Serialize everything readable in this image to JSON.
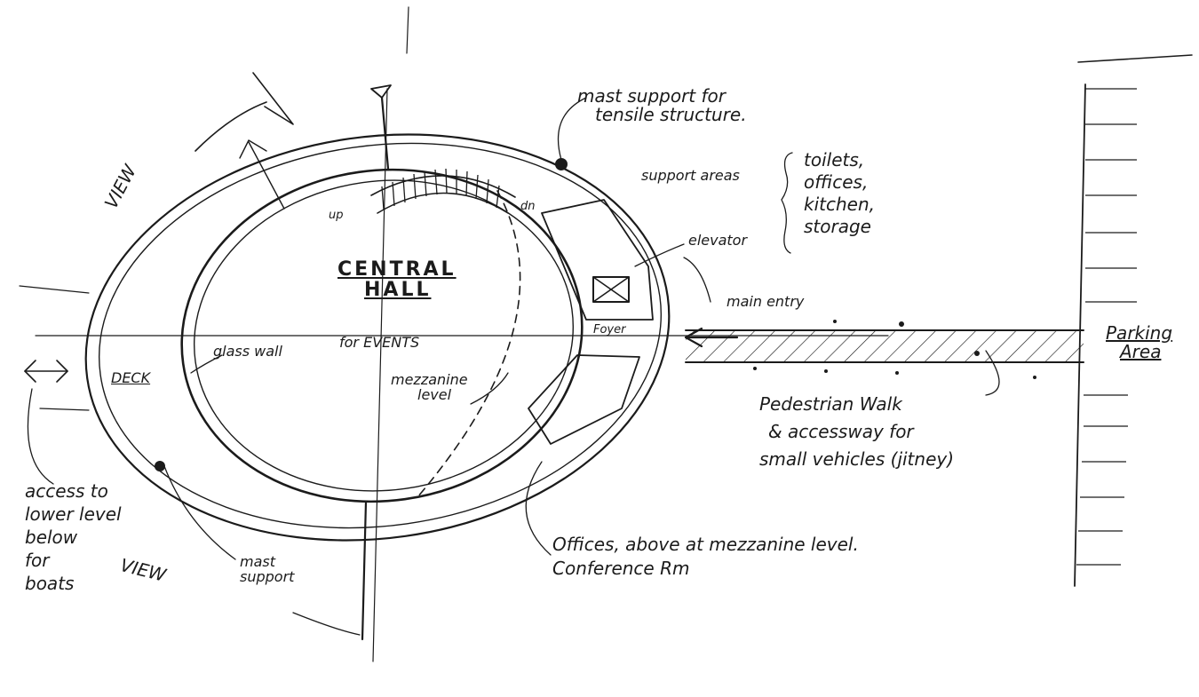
{
  "labels": {
    "central_hall_line1": "CENTRAL",
    "central_hall_line2": "HALL",
    "for_events": "for EVENTS",
    "view_top": "VIEW",
    "view_bottom": "VIEW",
    "deck": "DECK",
    "glass_wall": "glass wall",
    "mezzanine_level_line1": "mezzanine",
    "mezzanine_level_line2": "level",
    "mast_support_tensile_line1": "mast support for",
    "mast_support_tensile_line2": "tensile structure.",
    "support_areas": "support areas",
    "support_list": [
      "toilets,",
      "offices,",
      "kitchen,",
      "storage"
    ],
    "elevator": "elevator",
    "main_entry": "main entry",
    "foyer": "Foyer",
    "up": "up",
    "dn": "dn",
    "parking_line1": "Parking",
    "parking_line2": "Area",
    "pedestrian_line1": "Pedestrian Walk",
    "pedestrian_line2": "& accessway for",
    "pedestrian_line3": "small vehicles (jitney)",
    "offices_line1": "Offices, above at mezzanine level.",
    "offices_line2": "Conference Rm",
    "mast_support_line1": "mast",
    "mast_support_line2": "support",
    "access_lower_level": [
      "access to",
      "lower level",
      "below",
      "for",
      "boats"
    ]
  },
  "colors": {
    "ink": "#1b1b1b",
    "paper": "#ffffff"
  }
}
